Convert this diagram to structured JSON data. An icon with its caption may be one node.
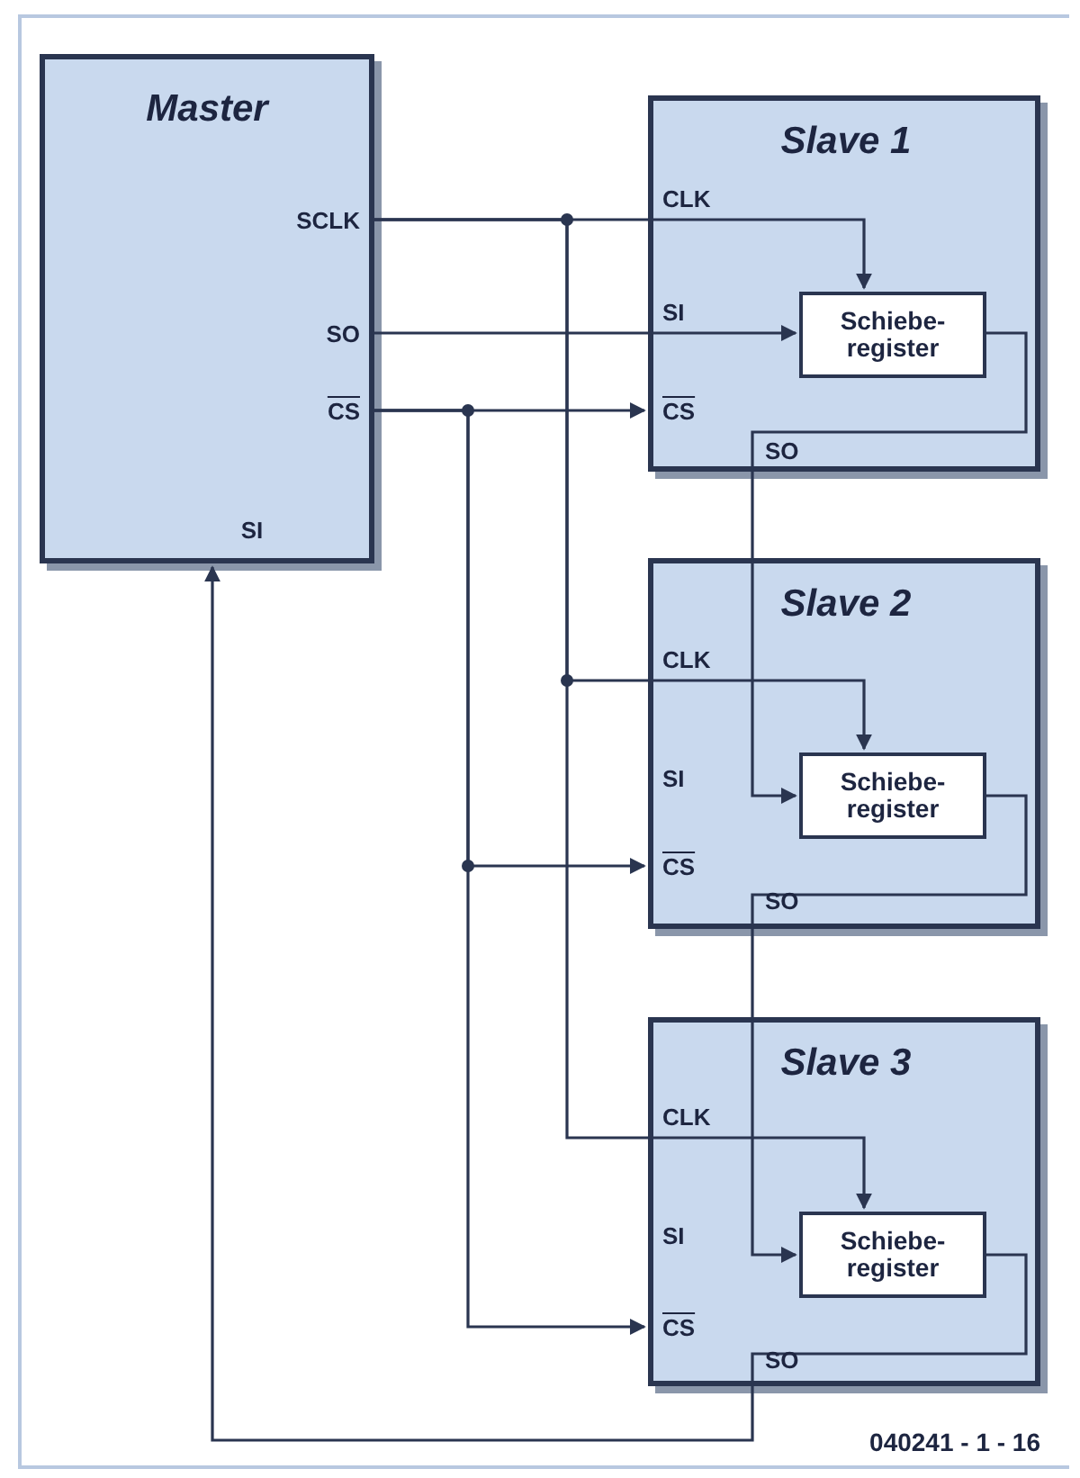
{
  "diagram": {
    "nodes": [
      {
        "text": [
          "Master",
          "SCLK",
          "SO",
          "CS",
          "SI"
        ]
      },
      {
        "text": [
          "Slave 1",
          "CLK",
          "SI",
          "CS",
          "SO"
        ]
      },
      {
        "text": [
          "Schiebe- register"
        ],
        "in": 1
      },
      {
        "text": [
          "Slave 2",
          "CLK",
          "SI",
          "CS",
          "SO"
        ]
      },
      {
        "text": [
          "Schiebe- register"
        ],
        "in": 3
      },
      {
        "text": [
          "Slave 3",
          "CLK",
          "SI",
          "CS",
          "SO"
        ]
      },
      {
        "text": [
          "Schiebe- register"
        ],
        "in": 5
      }
    ],
    "edges": [
      {
        "from": 0,
        "to": 2,
        "arrow": "to"
      },
      {
        "from": 0,
        "to": 4,
        "arrow": "to"
      },
      {
        "from": 0,
        "to": 6,
        "arrow": "to"
      },
      {
        "from": 0,
        "to": 2,
        "arrow": "to"
      },
      {
        "from": 0,
        "to": 1,
        "arrow": "to"
      },
      {
        "from": 0,
        "to": 3,
        "arrow": "to"
      },
      {
        "from": 0,
        "to": 5,
        "arrow": "to"
      },
      {
        "from": 2,
        "to": 4,
        "arrow": "to"
      },
      {
        "from": 4,
        "to": 6,
        "arrow": "to"
      },
      {
        "from": 6,
        "to": 0,
        "arrow": "to"
      }
    ],
    "labels": [
      "040241 - 1 - 16"
    ]
  }
}
